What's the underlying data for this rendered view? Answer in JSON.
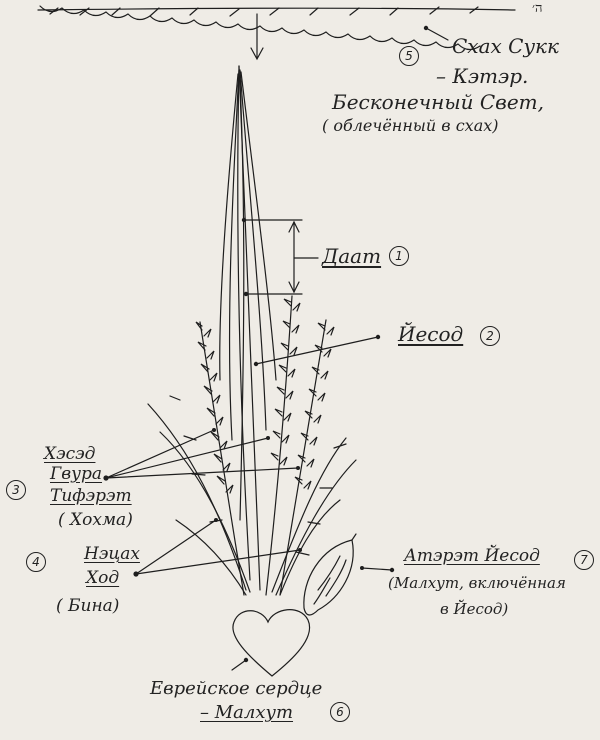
{
  "corner_mark": "ה׳",
  "labels": {
    "keter": {
      "number": "5",
      "line1": "Схах Сукк",
      "line2": "– Кэтэр.",
      "line3": "Бесконечный Свет,",
      "line4": "( облечённый в схах)"
    },
    "daat": {
      "text": "Даат",
      "number": "1"
    },
    "yesod": {
      "text": "Йесод",
      "number": "2"
    },
    "hesed": {
      "number": "3",
      "line1": "Хэсэд",
      "line2": "Гвура",
      "line3": "Тифэрэт",
      "line4": "( Хохма)"
    },
    "netzach": {
      "number": "4",
      "line1": "Нэцах",
      "line2": "Ход",
      "line3": "( Бина)"
    },
    "ateret": {
      "number": "7",
      "line1": "Атэрэт Йесод",
      "line2": "(Малхут, включённая",
      "line3": "в Йесод)"
    },
    "heart": {
      "number": "6",
      "line1": "Еврейское сердце",
      "line2": "– Малхут"
    }
  }
}
